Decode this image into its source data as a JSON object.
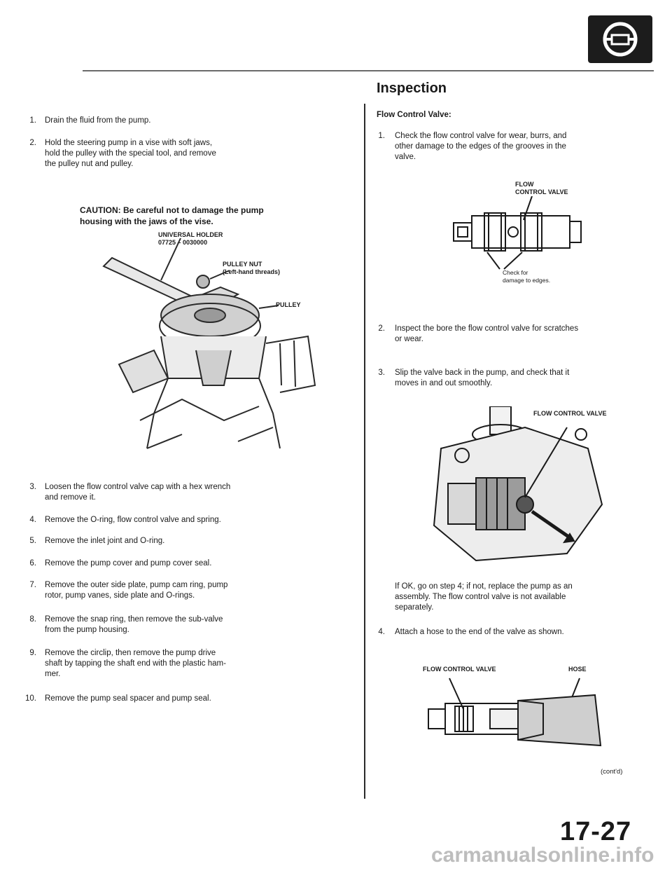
{
  "header": {
    "icon": "steering-wheel-icon"
  },
  "left_steps": [
    {
      "num": "1.",
      "lines": [
        "Drain the fluid from the pump."
      ]
    },
    {
      "num": "2.",
      "lines": [
        "Hold the steering pump in a vise with soft jaws,",
        "hold the pulley with the special tool, and remove",
        "the pulley nut and pulley."
      ]
    },
    {
      "num": "3.",
      "lines": [
        "Loosen the flow control valve cap with a hex wrench",
        "and remove it."
      ]
    },
    {
      "num": "4.",
      "lines": [
        "Remove the O-ring, flow control valve and spring."
      ]
    },
    {
      "num": "5.",
      "lines": [
        "Remove the inlet joint and O-ring."
      ]
    },
    {
      "num": "6.",
      "lines": [
        "Remove the pump cover and pump cover seal."
      ]
    },
    {
      "num": "7.",
      "lines": [
        "Remove the outer side plate, pump cam ring, pump",
        "rotor, pump vanes, side plate and O-rings."
      ]
    },
    {
      "num": "8.",
      "lines": [
        "Remove the snap ring, then remove the sub-valve",
        "from the pump housing."
      ]
    },
    {
      "num": "9.",
      "lines": [
        "Remove the circlip, then remove the pump drive",
        "shaft by tapping the shaft end with the plastic ham-",
        "mer."
      ]
    },
    {
      "num": "10.",
      "lines": [
        "Remove the pump seal spacer and pump seal."
      ]
    }
  ],
  "caution": [
    "CAUTION: Be careful not to damage the pump",
    "housing with the jaws of the vise."
  ],
  "fig1": {
    "holder": [
      "UNIVERSAL HOLDER",
      "07725 – 0030000"
    ],
    "nut": [
      "PULLEY NUT",
      "(Left-hand threads)"
    ],
    "pulley": "PULLEY"
  },
  "right": {
    "heading": "Inspection",
    "subhead": "Flow Control Valve:",
    "steps": [
      {
        "num": "1.",
        "lines": [
          "Check the flow control valve for wear, burrs, and",
          "other damage to the edges of the grooves in the",
          "valve."
        ]
      },
      {
        "num": "2.",
        "lines": [
          "Inspect the bore the flow control valve for scratches",
          "or wear."
        ]
      },
      {
        "num": "3.",
        "lines": [
          "Slip the valve back in the pump, and check that it",
          "moves in and out smoothly."
        ]
      },
      {
        "num": "4.",
        "lines": [
          "Attach a hose to the end of the valve as shown."
        ]
      }
    ],
    "fig_valve": {
      "title": [
        "FLOW",
        "CONTROL VALVE"
      ],
      "check": [
        "Check for",
        "damage to edges."
      ]
    },
    "fig_pump": {
      "label": "FLOW CONTROL VALVE"
    },
    "ok_text": [
      "If OK, go on step 4; if not, replace the pump as an",
      "assembly. The flow control valve is not available",
      "separately."
    ],
    "fig_hose": {
      "valve": "FLOW CONTROL VALVE",
      "hose": "HOSE"
    },
    "contd": "(cont'd)"
  },
  "footer": {
    "page": "17-27",
    "site": "carmanualsonline.info"
  }
}
